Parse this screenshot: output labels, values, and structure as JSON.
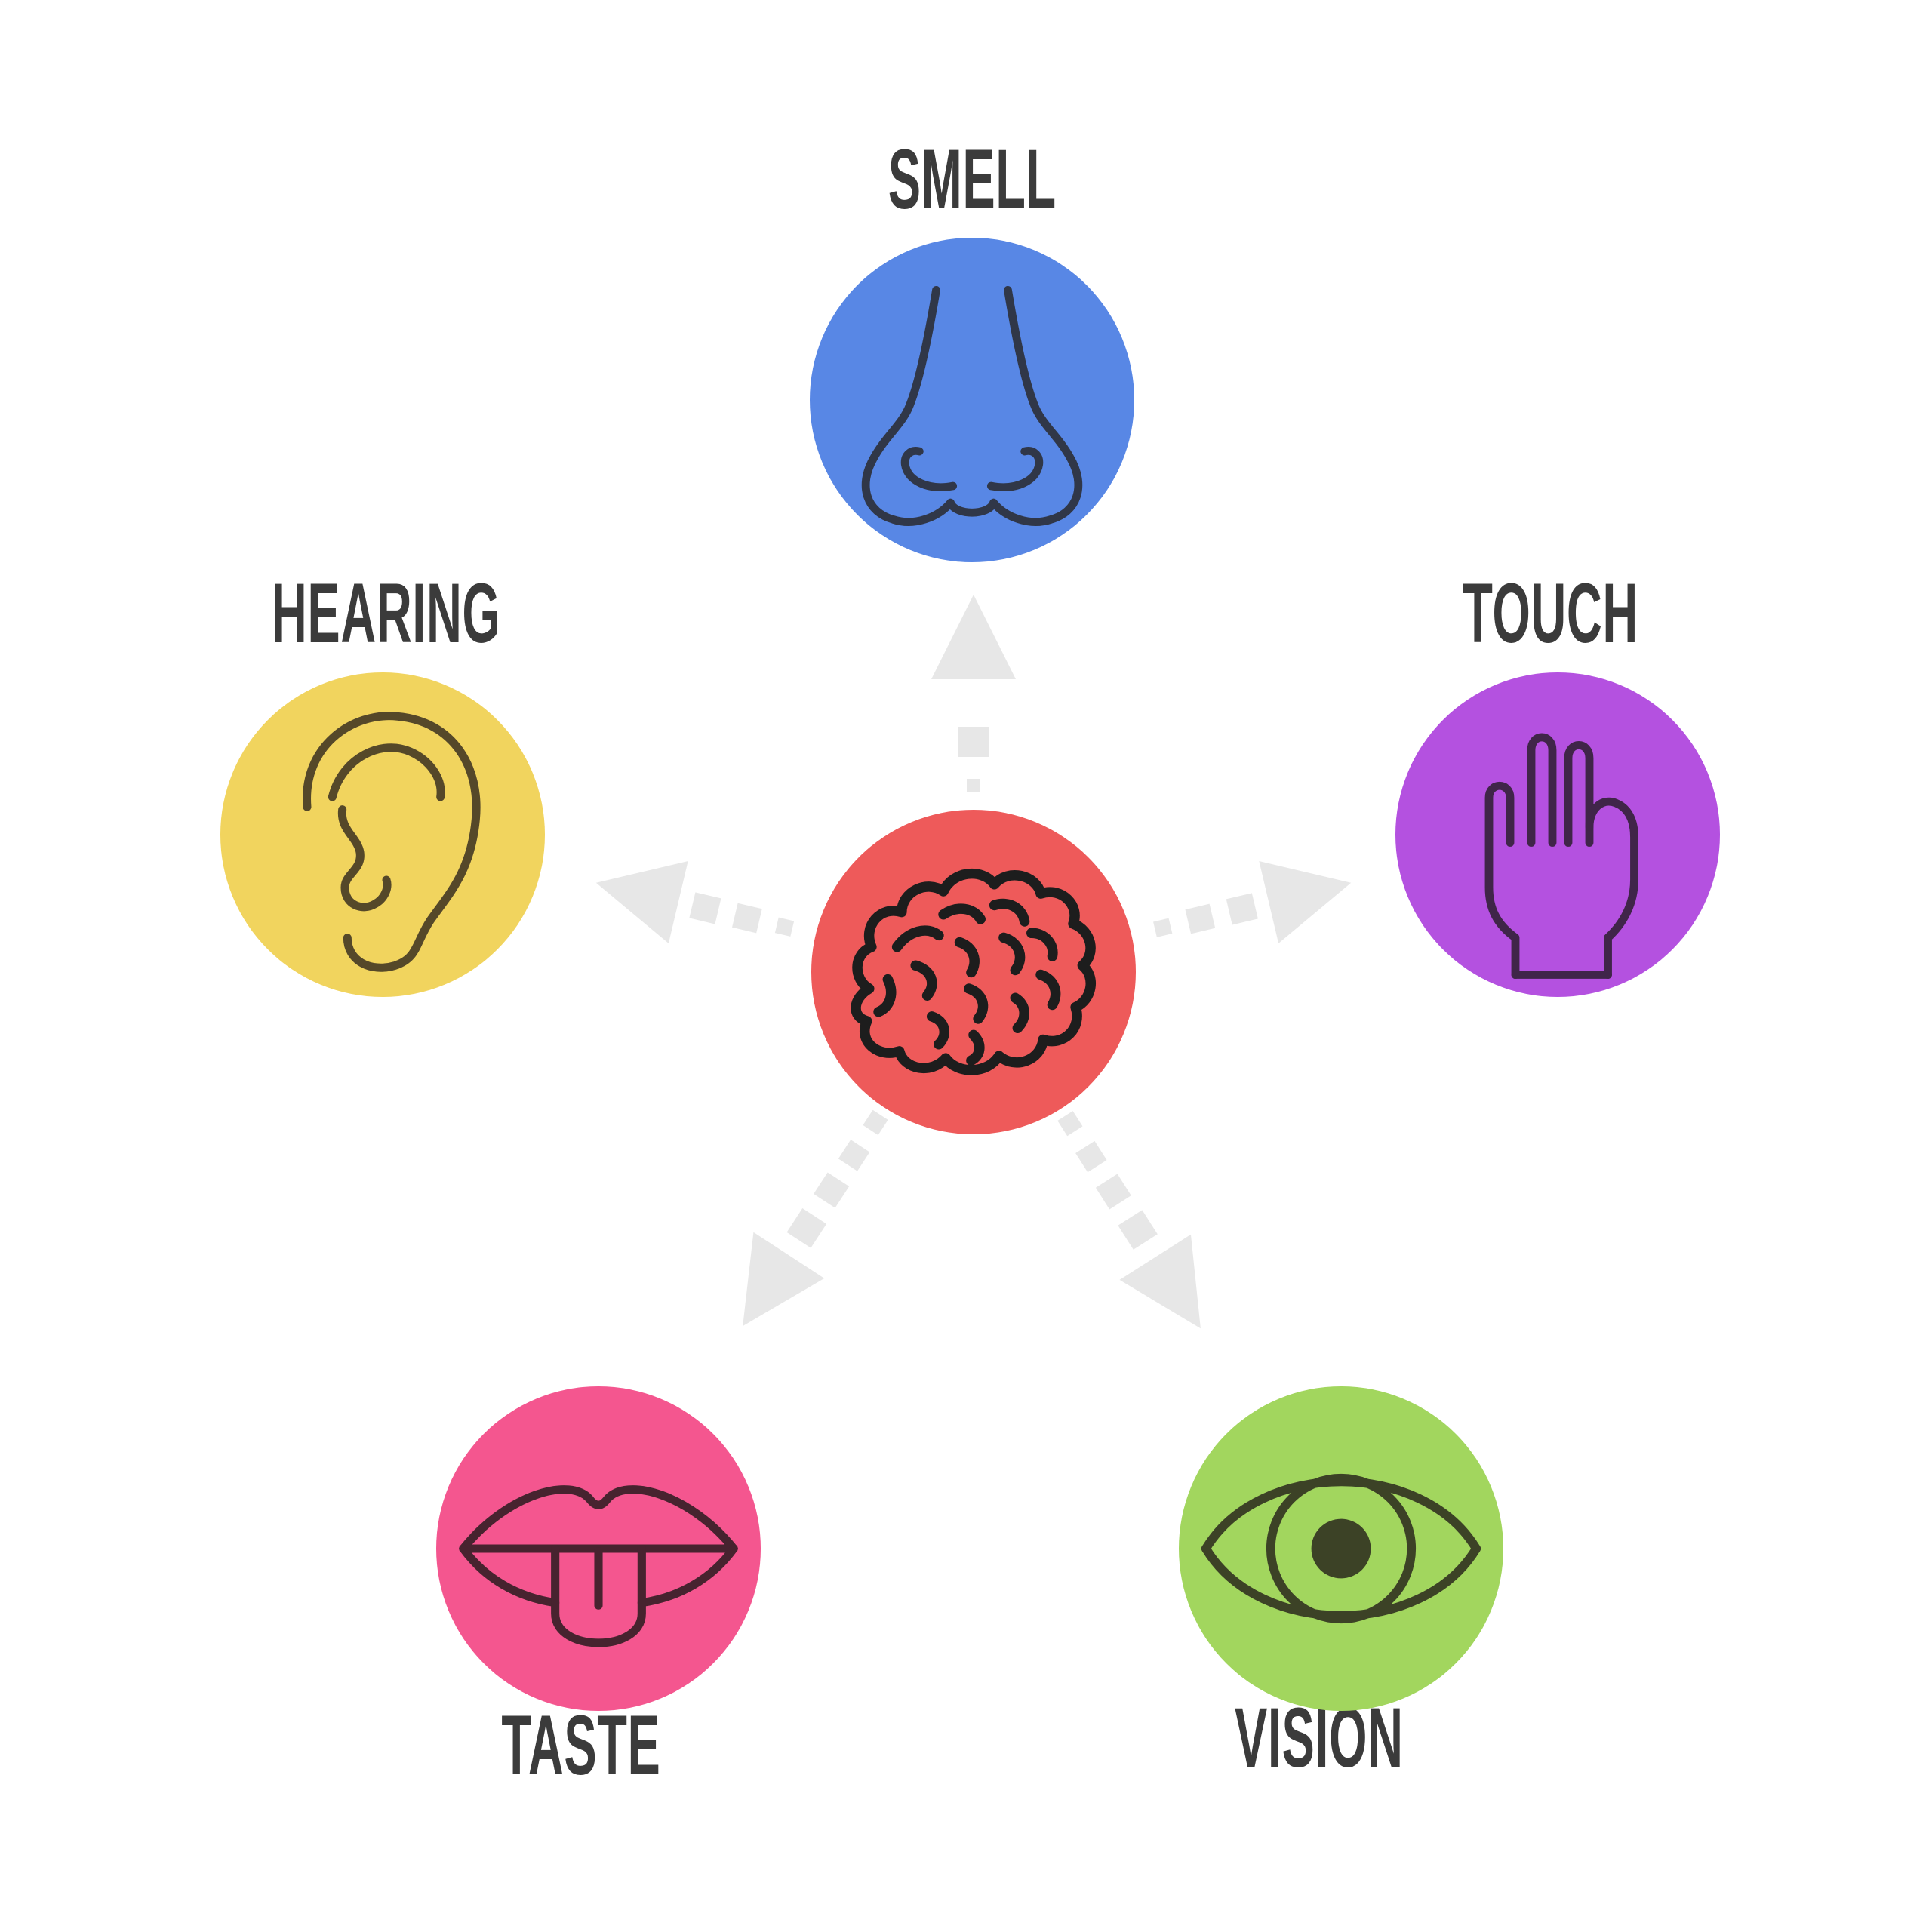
{
  "title": "Five senses and brain diagram",
  "background": "#ffffff",
  "label_color": "#3b3b3b",
  "arrow_color": "#e7e7e7",
  "center": {
    "name": "brain",
    "icon": "brain-icon",
    "color": "#ee5a5a",
    "icon_stroke": "#1d1d1d"
  },
  "nodes": {
    "smell": {
      "label": "SMELL",
      "icon": "nose-icon",
      "color": "#5887e5",
      "icon_stroke": "#303748",
      "position": "top"
    },
    "hearing": {
      "label": "HEARING",
      "icon": "ear-icon",
      "color": "#f1d45e",
      "icon_stroke": "#554829",
      "position": "left"
    },
    "touch": {
      "label": "TOUCH",
      "icon": "hand-icon",
      "color": "#b451e0",
      "icon_stroke": "#402549",
      "position": "right"
    },
    "taste": {
      "label": "TASTE",
      "icon": "mouth-icon",
      "color": "#f4568f",
      "icon_stroke": "#47232f",
      "position": "bottom-left"
    },
    "vision": {
      "label": "VISION",
      "icon": "eye-icon",
      "color": "#a2d65e",
      "icon_stroke": "#3c4226",
      "position": "bottom-right"
    }
  },
  "arrows": [
    {
      "from": "brain",
      "to": "smell"
    },
    {
      "from": "brain",
      "to": "hearing"
    },
    {
      "from": "brain",
      "to": "touch"
    },
    {
      "from": "brain",
      "to": "taste"
    },
    {
      "from": "brain",
      "to": "vision"
    }
  ]
}
